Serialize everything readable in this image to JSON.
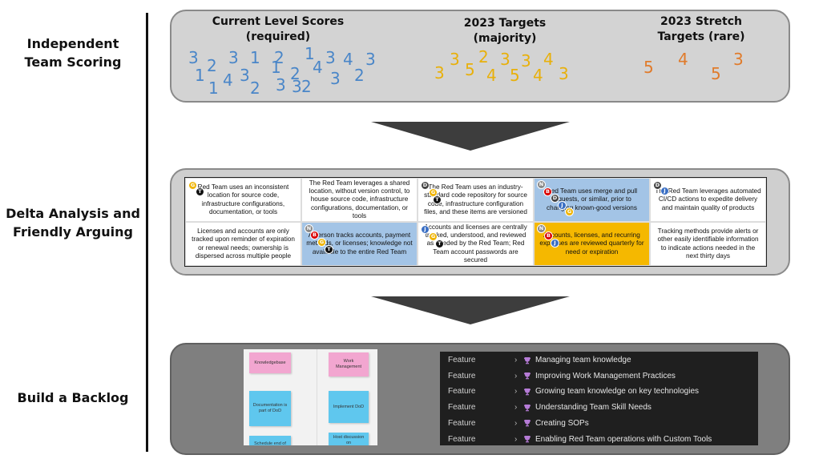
{
  "stages": [
    {
      "label": "Independent\nTeam Scoring"
    },
    {
      "label": "Delta Analysis and\nFriendly Arguing"
    },
    {
      "label": "Build a Backlog"
    }
  ],
  "scoring": {
    "columns": [
      {
        "heading": "Current Level Scores\n(required)",
        "color": "#4a86c8",
        "numbers": [
          "3",
          "2",
          "3",
          "1",
          "2",
          "1",
          "3",
          "4",
          "3",
          "1",
          "4",
          "3",
          "2",
          "1",
          "2",
          "4",
          "3",
          "2",
          "1",
          "3",
          "2",
          "3"
        ]
      },
      {
        "heading": "2023 Targets\n(majority)",
        "color": "#e8b00b",
        "numbers": [
          "3",
          "3",
          "5",
          "2",
          "4",
          "3",
          "5",
          "3",
          "4",
          "4",
          "3"
        ]
      },
      {
        "heading": "2023 Stretch\nTargets (rare)",
        "color": "#e07b2b",
        "numbers": [
          "5",
          "4",
          "3",
          "5"
        ]
      }
    ]
  },
  "delta": {
    "cells": [
      {
        "text": "Red Team uses an inconsistent location for source code, infrastructure configurations, documentation, or tools",
        "bg": "white",
        "avatars": [
          {
            "l": "G",
            "c": "#f0b400"
          },
          {
            "l": "T",
            "c": "#111111"
          }
        ]
      },
      {
        "text": "The Red Team leverages a shared location, without version control, to house source code, infrastructure configurations, documentation, or tools",
        "bg": "white",
        "avatars": []
      },
      {
        "text": "The Red Team uses an industry-standard code repository for source code, infrastructure configuration files, and these items are versioned",
        "bg": "white",
        "avatars": [
          {
            "l": "D",
            "c": "#444444"
          },
          {
            "l": "G",
            "c": "#f0b400"
          },
          {
            "l": "T",
            "c": "#111111"
          }
        ]
      },
      {
        "text": "Red Team uses merge and pull requests, or similar, prior to changing known-good versions",
        "bg": "blue",
        "avatars": [
          {
            "l": "N",
            "c": "#888888"
          },
          {
            "l": "B",
            "c": "#d90000"
          },
          {
            "l": "D",
            "c": "#444444"
          },
          {
            "l": "J",
            "c": "#3a6fc4"
          },
          {
            "l": "G",
            "c": "#f0b400"
          }
        ]
      },
      {
        "text": "The Red Team leverages automated CI/CD actions to expedite delivery and maintain quality of products",
        "bg": "white",
        "avatars": [
          {
            "l": "D",
            "c": "#444444"
          },
          {
            "l": "J",
            "c": "#3a6fc4"
          }
        ]
      },
      {
        "text": "Licenses and accounts are only tracked upon reminder of expiration or renewal needs; ownership is dispersed across multiple people",
        "bg": "white",
        "avatars": []
      },
      {
        "text": "A person tracks accounts, payment methods, or licenses; knowledge not available to the entire Red Team",
        "bg": "blue",
        "avatars": [
          {
            "l": "N",
            "c": "#888888"
          },
          {
            "l": "B",
            "c": "#d90000"
          },
          {
            "l": "G",
            "c": "#f0b400"
          },
          {
            "l": "T",
            "c": "#111111"
          }
        ]
      },
      {
        "text": "Accounts and licenses are centrally tracked, understood, and reviewed as needed by the Red Team; Red Team account passwords are secured",
        "bg": "white",
        "avatars": [
          {
            "l": "J",
            "c": "#3a6fc4"
          },
          {
            "l": "G",
            "c": "#f0b400"
          },
          {
            "l": "T",
            "c": "#111111"
          }
        ]
      },
      {
        "text": "Accounts, licenses, and recurring expenses are reviewed quarterly for need or expiration",
        "bg": "orange",
        "avatars": [
          {
            "l": "N",
            "c": "#888888"
          },
          {
            "l": "B",
            "c": "#d90000"
          },
          {
            "l": "J",
            "c": "#3a6fc4"
          }
        ]
      },
      {
        "text": "Tracking methods provide alerts or other easily identifiable information to indicate actions needed in the next thirty days",
        "bg": "white",
        "avatars": []
      }
    ]
  },
  "backlog": {
    "stickies": [
      {
        "text": "Knowledgebase",
        "color": "pink"
      },
      {
        "text": "Work Management",
        "color": "pink"
      },
      {
        "text": "Documentation is part of DoD",
        "color": "cyan"
      },
      {
        "text": "Implement DoD",
        "color": "cyan"
      },
      {
        "text": "Schedule end of",
        "color": "cyan"
      },
      {
        "text": "Host discussion on",
        "color": "cyan"
      }
    ],
    "features": [
      {
        "type": "Feature",
        "title": "Managing team knowledge"
      },
      {
        "type": "Feature",
        "title": "Improving Work Management Practices"
      },
      {
        "type": "Feature",
        "title": "Growing team knowledge on key technologies"
      },
      {
        "type": "Feature",
        "title": "Understanding Team Skill Needs"
      },
      {
        "type": "Feature",
        "title": "Creating SOPs"
      },
      {
        "type": "Feature",
        "title": "Enabling Red Team operations with Custom Tools"
      }
    ],
    "trophy_icon": "trophy-icon",
    "chevron_icon": "chevron-right-icon",
    "trophy_color": "#b57bd6"
  }
}
